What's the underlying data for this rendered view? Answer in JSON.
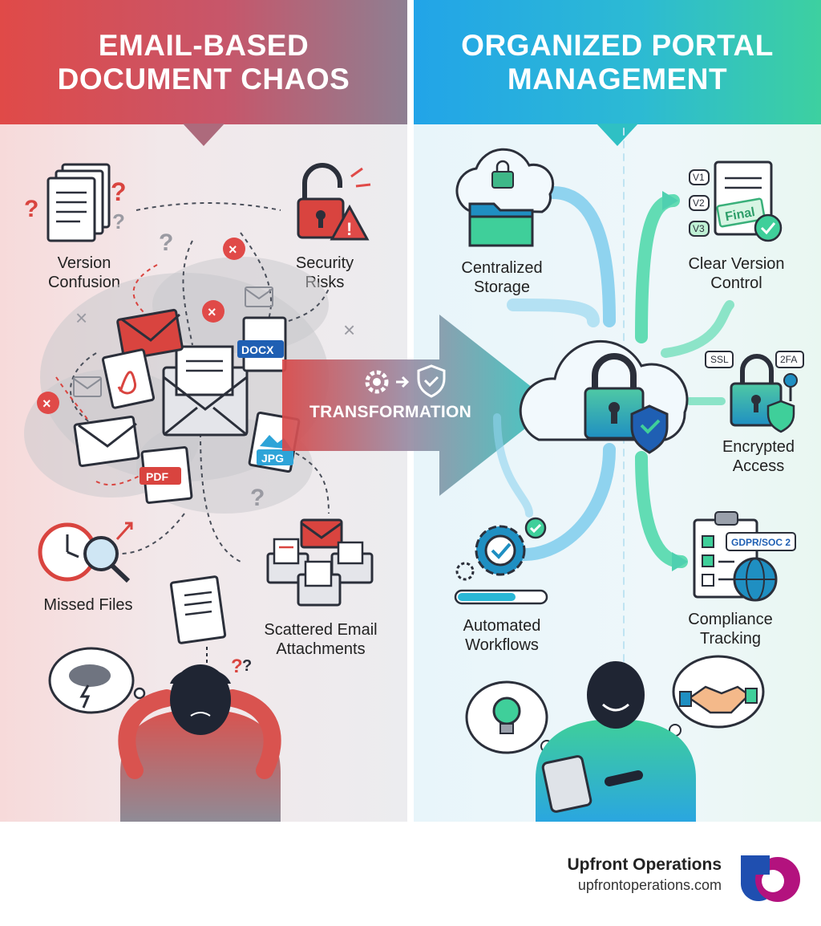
{
  "left": {
    "title_line1": "EMAIL-BASED",
    "title_line2": "DOCUMENT CHAOS",
    "items": [
      {
        "line1": "Version",
        "line2": "Confusion"
      },
      {
        "line1": "Security",
        "line2": "Risks"
      },
      {
        "line1": "Missed Files",
        "line2": ""
      },
      {
        "line1": "Scattered Email",
        "line2": "Attachments"
      }
    ],
    "file_tags": {
      "docx": "DOCX",
      "jpg": "JPG",
      "pdf": "PDF"
    }
  },
  "right": {
    "title_line1": "ORGANIZED PORTAL",
    "title_line2": "MANAGEMENT",
    "items": [
      {
        "line1": "Centralized",
        "line2": "Storage"
      },
      {
        "line1": "Clear Version",
        "line2": "Control"
      },
      {
        "line1": "Encrypted",
        "line2": "Access"
      },
      {
        "line1": "Automated",
        "line2": "Workflows"
      },
      {
        "line1": "Compliance",
        "line2": "Tracking"
      }
    ],
    "version_tags": [
      "V1",
      "V2",
      "V3"
    ],
    "final_stamp": "Final",
    "security_tags": [
      "SSL",
      "2FA"
    ],
    "compliance_tag": "GDPR/SOC 2"
  },
  "transformation_label": "TRANSFORMATION",
  "footer": {
    "brand_name": "Upfront Operations",
    "brand_url": "upfrontoperations.com"
  },
  "colors": {
    "chaos_red": "#e04a48",
    "portal_blue": "#22a4e8",
    "portal_green": "#3dd0a0",
    "logo_blue": "#1f4fb0",
    "logo_magenta": "#b3127e"
  }
}
